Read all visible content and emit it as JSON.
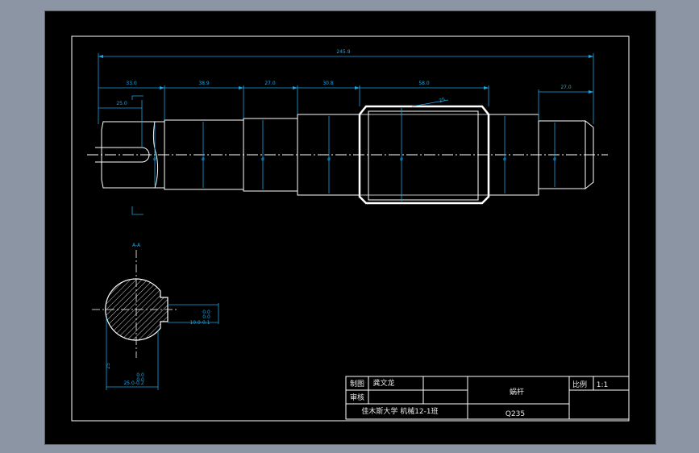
{
  "colors": {
    "background": "#000000",
    "outer_frame": "#8c95a3",
    "geometry": "#ffffff",
    "dimension": "#19a7e6",
    "centerline": "#ffffff",
    "titleblock_text": "#e8e8e8"
  },
  "shaft_view": {
    "overall_length": "245.9",
    "segment_dims": [
      "33.0",
      "38.9",
      "27.0",
      "30.8",
      "58.0",
      "27.0"
    ],
    "keyway_depth": "25.0",
    "worm_pitch_label": "25"
  },
  "section_view": {
    "section_label": "A-A",
    "keyway_width_tol_upper": "0.0",
    "keyway_width_tol_lower": "0.0",
    "keyway_width": "10.0-0.1",
    "diameter_tol_upper": "0.0",
    "diameter_tol_lower": "0.0",
    "diameter": "25.0-0.2",
    "left_dim": "25"
  },
  "title_block": {
    "drawn_label": "制图",
    "drawn_by": "龚文龙",
    "checked_label": "审核",
    "school": "佳木斯大学 机械12-1班",
    "part_name": "蜗杆",
    "material": "Q235",
    "scale_label": "比例",
    "scale_value": "1:1"
  }
}
